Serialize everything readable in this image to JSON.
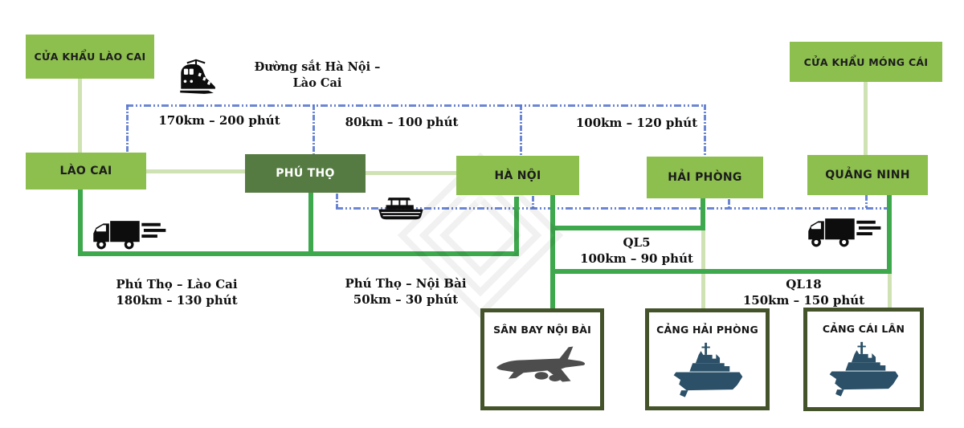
{
  "boxes": {
    "cua_khau_lao_cai": "CỬA KHẨU LÀO CAI",
    "cua_khau_mong_cai": "CỬA KHẨU MÓNG CÁI",
    "lao_cai": "LÀO CAI",
    "phu_tho": "PHÚ THỌ",
    "ha_noi": "HÀ NỘI",
    "hai_phong": "HẢI PHÒNG",
    "quang_ninh": "QUẢNG NINH",
    "san_bay_noi_bai": "SÂN BAY NỘI BÀI",
    "cang_hai_phong": "CẢNG HẢI PHÒNG",
    "cang_cai_lan": "CẢNG CÁI LÂN"
  },
  "rail": {
    "title": "Đường sắt Hà Nội – Lào Cai",
    "segments": [
      "170km – 200 phút",
      "80km – 100 phút",
      "100km – 120 phút"
    ]
  },
  "roads": {
    "phu_tho_lao_cai": {
      "name": "Phú Thọ – Lào Cai",
      "detail": "180km – 130 phút"
    },
    "phu_tho_noi_bai": {
      "name": "Phú Thọ – Nội Bài",
      "detail": "50km – 30 phút"
    },
    "ql5": {
      "name": "QL5",
      "detail": "100km – 90 phút"
    },
    "ql18": {
      "name": "QL18",
      "detail": "150km – 150 phút"
    }
  },
  "icons": {
    "train": "train-icon",
    "boat": "boat-icon",
    "truck_west": "truck-icon",
    "truck_east": "truck-icon",
    "airplane": "airplane-icon",
    "ship_hai_phong": "ship-icon",
    "ship_cai_lan": "ship-icon"
  },
  "colors": {
    "box_green": "#8dbf4e",
    "box_dark_green": "#567b42",
    "line_green": "#3ea84d",
    "line_pale": "#cfe2b4",
    "rail_blue": "#5b79cf",
    "port_border": "#44532a",
    "ship_navy": "#2b5068",
    "plane_gray": "#4d4d4d",
    "icon_black": "#0d0d0d"
  }
}
